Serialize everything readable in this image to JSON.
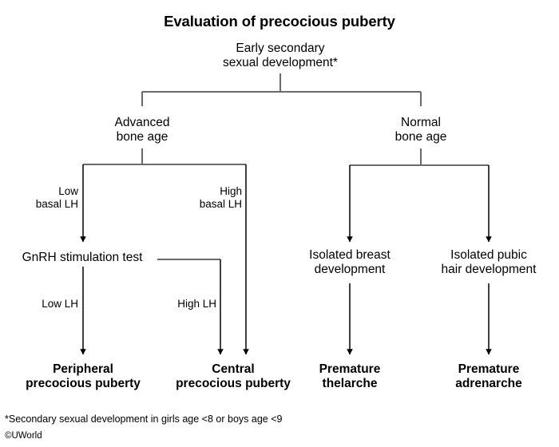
{
  "title": "Evaluation of precocious puberty",
  "nodes": {
    "root": "Early secondary\nsexual development*",
    "advanced_bone_age": "Advanced\nbone age",
    "normal_bone_age": "Normal\nbone age",
    "gnrh_test": "GnRH stimulation test",
    "isolated_breast": "Isolated breast\ndevelopment",
    "isolated_pubic_hair": "Isolated pubic\nhair development",
    "peripheral_precocious_puberty": "Peripheral\nprecocious puberty",
    "central_precocious_puberty": "Central\nprecocious puberty",
    "premature_thelarche": "Premature\nthelarche",
    "premature_adrenarche": "Premature\nadrenarche"
  },
  "edge_labels": {
    "low_basal_lh": "Low\nbasal LH",
    "high_basal_lh": "High\nbasal LH",
    "low_lh": "Low LH",
    "high_lh": "High LH"
  },
  "footnote": "*Secondary sexual development in girls age <8 or boys age <9",
  "copyright": "©UWorld",
  "colors": {
    "background": "#ffffff",
    "text": "#000000",
    "connector": "#6b6b6b",
    "arrow": "#000000"
  },
  "chart_data": {
    "type": "flowchart",
    "title": "Evaluation of precocious puberty",
    "orientation": "top-down",
    "nodes": [
      {
        "id": "root",
        "label": "Early secondary sexual development*",
        "level": 0
      },
      {
        "id": "advanced_bone_age",
        "label": "Advanced bone age",
        "level": 1
      },
      {
        "id": "normal_bone_age",
        "label": "Normal bone age",
        "level": 1
      },
      {
        "id": "gnrh_test",
        "label": "GnRH stimulation test",
        "level": 2
      },
      {
        "id": "isolated_breast",
        "label": "Isolated breast development",
        "level": 2
      },
      {
        "id": "isolated_pubic_hair",
        "label": "Isolated pubic hair development",
        "level": 2
      },
      {
        "id": "peripheral_precocious_puberty",
        "label": "Peripheral precocious puberty",
        "level": 3,
        "terminal": true
      },
      {
        "id": "central_precocious_puberty",
        "label": "Central precocious puberty",
        "level": 3,
        "terminal": true
      },
      {
        "id": "premature_thelarche",
        "label": "Premature thelarche",
        "level": 3,
        "terminal": true
      },
      {
        "id": "premature_adrenarche",
        "label": "Premature adrenarche",
        "level": 3,
        "terminal": true
      }
    ],
    "edges": [
      {
        "from": "root",
        "to": "advanced_bone_age",
        "label": ""
      },
      {
        "from": "root",
        "to": "normal_bone_age",
        "label": ""
      },
      {
        "from": "advanced_bone_age",
        "to": "gnrh_test",
        "label": "Low basal LH"
      },
      {
        "from": "advanced_bone_age",
        "to": "central_precocious_puberty",
        "label": "High basal LH"
      },
      {
        "from": "gnrh_test",
        "to": "peripheral_precocious_puberty",
        "label": "Low LH"
      },
      {
        "from": "gnrh_test",
        "to": "central_precocious_puberty",
        "label": "High LH"
      },
      {
        "from": "normal_bone_age",
        "to": "isolated_breast",
        "label": ""
      },
      {
        "from": "normal_bone_age",
        "to": "isolated_pubic_hair",
        "label": ""
      },
      {
        "from": "isolated_breast",
        "to": "premature_thelarche",
        "label": ""
      },
      {
        "from": "isolated_pubic_hair",
        "to": "premature_adrenarche",
        "label": ""
      }
    ],
    "footnote": "*Secondary sexual development in girls age <8 or boys age <9",
    "source": "©UWorld"
  }
}
